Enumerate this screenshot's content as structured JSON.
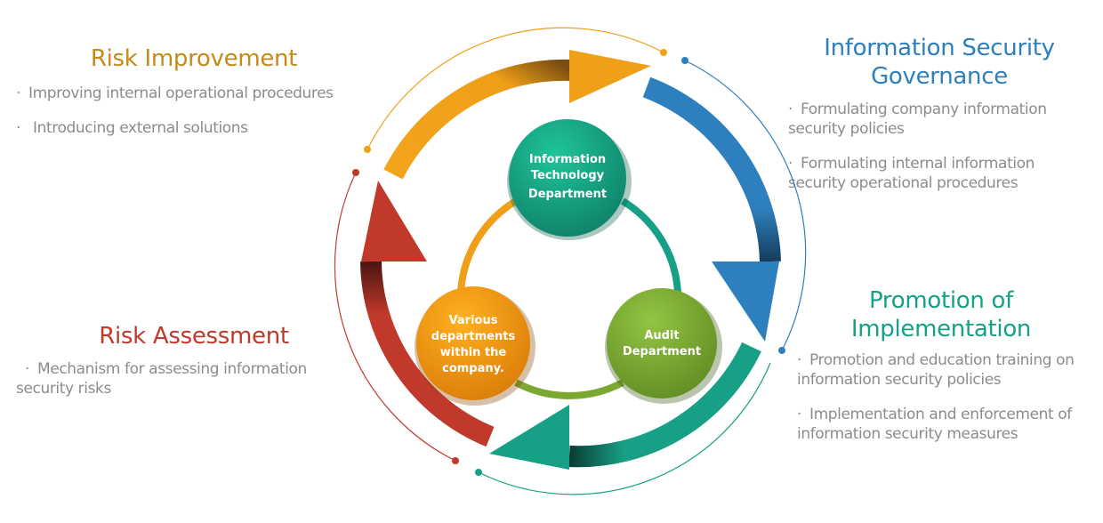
{
  "risk_improvement": {
    "title": "Risk Improvement",
    "items": [
      "Improving internal operational procedures",
      "Introducing external solutions"
    ]
  },
  "risk_assessment": {
    "title": "Risk Assessment",
    "items": [
      "Mechanism for assessing information security risks"
    ]
  },
  "info_security_governance": {
    "title_line1": "Information Security",
    "title_line2": "Governance",
    "items": [
      "Formulating company information security policies",
      "Formulating internal information security operational procedures"
    ]
  },
  "promotion": {
    "title_line1": "Promotion of",
    "title_line2": "Implementation",
    "items": [
      "Promotion and education training on information security policies",
      "Implementation and enforcement of information security measures"
    ]
  },
  "departments": {
    "it": [
      "Information",
      "Technology",
      "Department"
    ],
    "audit": [
      "Audit",
      "Department"
    ],
    "various": [
      "Various",
      "departments",
      "within the",
      "company."
    ]
  },
  "bullet": "·",
  "colors": {
    "orange": "#f0a018",
    "blue": "#2e7fbd",
    "teal": "#17a085",
    "red": "#c0392b",
    "it_circle": "#14977a",
    "audit_circle": "#7aa830",
    "various_circle": "#f29a10"
  }
}
